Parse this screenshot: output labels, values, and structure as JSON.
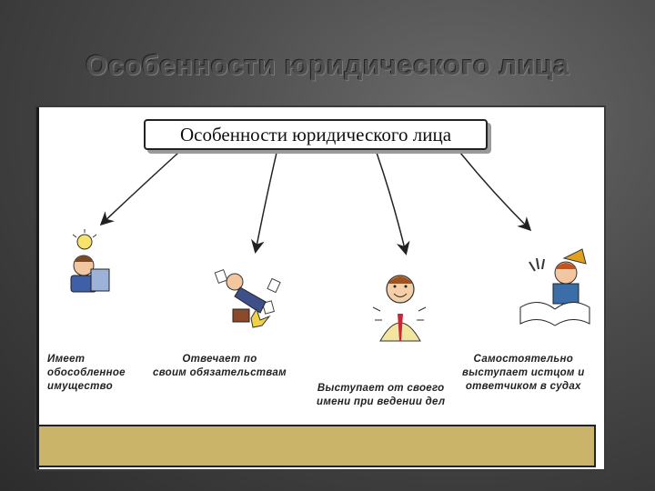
{
  "title": "Особенности юридического лица",
  "diagram": {
    "center_label": "Особенности юридического лица",
    "features": [
      {
        "lines": [
          "Имеет",
          "обособленное",
          "имущество"
        ],
        "icon": "person-with-lightbulb-icon"
      },
      {
        "lines": [
          "Отвечает по",
          "своим обязательствам"
        ],
        "icon": "falling-person-with-papers-icon"
      },
      {
        "lines": [
          "Выступает от своего",
          "имени при ведении дел"
        ],
        "icon": "smiling-man-icon"
      },
      {
        "lines": [
          "Самостоятельно",
          "выступает истцом и",
          "ответчиком в судах"
        ],
        "icon": "person-with-book-icon"
      }
    ]
  },
  "colors": {
    "footer_bar": "#c9b46a",
    "background": "#4a4a4a"
  }
}
